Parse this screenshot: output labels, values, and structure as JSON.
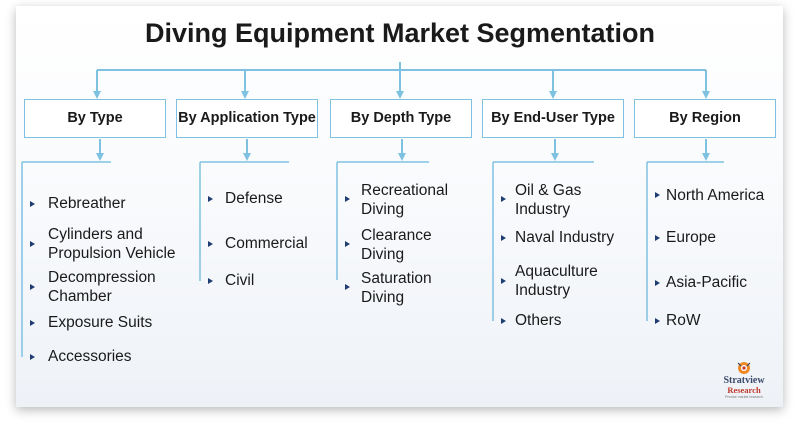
{
  "title": "Diving Equipment Market Segmentation",
  "colors": {
    "connector": "#7fc1e1",
    "bullet": "#1f3d73",
    "box_border": "#7fc1e1"
  },
  "segments": [
    {
      "label": "By Type",
      "items": [
        "Rebreather",
        "Cylinders and Propulsion Vehicle",
        "Decompression Chamber",
        "Exposure Suits",
        "Accessories"
      ]
    },
    {
      "label": "By Application Type",
      "items": [
        "Defense",
        "Commercial",
        "Civil"
      ]
    },
    {
      "label": "By Depth Type",
      "items": [
        "Recreational Diving",
        "Clearance Diving",
        "Saturation Diving"
      ]
    },
    {
      "label": "By End-User Type",
      "items": [
        "Oil & Gas Industry",
        "Naval Industry",
        "Aquaculture Industry",
        "Others"
      ]
    },
    {
      "label": "By Region",
      "items": [
        "North America",
        "Europe",
        "Asia-Pacific",
        "RoW"
      ]
    }
  ],
  "logo": {
    "brand_line1": "Stratview",
    "brand_line2": "Research",
    "tagline": "Precise market research",
    "icon": "stratview-logo-icon"
  }
}
